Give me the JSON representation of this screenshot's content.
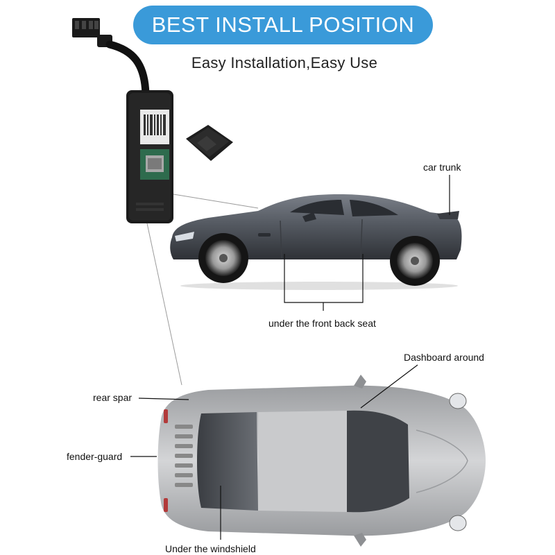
{
  "header": {
    "title": "BEST INSTALL POSITION",
    "subtitle": "Easy Installation,Easy Use"
  },
  "labels": {
    "car_trunk": "car trunk",
    "under_seat": "under the front back seat",
    "dashboard": "Dashboard around",
    "rear_spar": "rear spar",
    "fender_guard": "fender-guard",
    "windshield": "Under the windshield"
  },
  "colors": {
    "banner": "#3a9ad9",
    "side_car_body": "#5a5f68",
    "top_car_body": "#b9bbbd",
    "device": "#1b1b1b"
  }
}
